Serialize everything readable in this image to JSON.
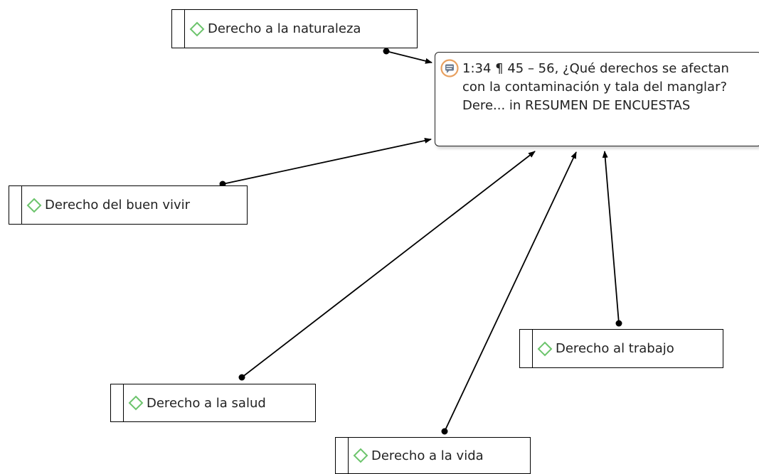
{
  "quotation": {
    "text": "1:34 ¶ 45 – 56, ¿Qué derechos se afectan con la contaminación y tala del manglar? Dere... in RESUMEN DE ENCUESTAS",
    "icon": "comment-icon",
    "icon_color": "#e8a060"
  },
  "codes": [
    {
      "id": "naturaleza",
      "label": "Derecho a la naturaleza",
      "icon": "diamond-icon"
    },
    {
      "id": "buen-vivir",
      "label": "Derecho del buen vivir",
      "icon": "diamond-icon"
    },
    {
      "id": "trabajo",
      "label": "Derecho al trabajo",
      "icon": "diamond-icon"
    },
    {
      "id": "salud",
      "label": "Derecho a la salud",
      "icon": "diamond-icon"
    },
    {
      "id": "vida",
      "label": "Derecho a la vida",
      "icon": "diamond-icon"
    }
  ],
  "colors": {
    "code_diamond": "#6cc46c",
    "link": "#000000"
  }
}
